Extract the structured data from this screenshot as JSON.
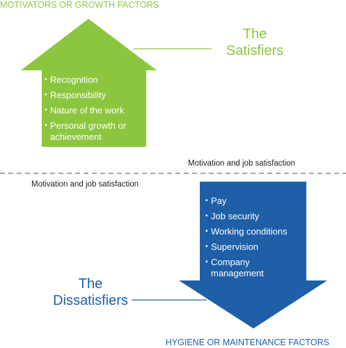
{
  "top_caption": "MOTIVATORS OR GROWTH FACTORS",
  "bottom_caption": "HYGIENE OR MAINTENANCE FACTORS",
  "satisfiers": {
    "line1": "The",
    "line2": "Satisfiers"
  },
  "dissatisfiers": {
    "line1": "The",
    "line2": "Dissatisfiers"
  },
  "mid_label_right": "Motivation and job satisfaction",
  "mid_label_left": "Motivation and job satisfaction",
  "motivators": [
    "Recognition",
    "Responsibility",
    "Nature of the work",
    "Personal growth or achievement"
  ],
  "hygiene": [
    "Pay",
    "Job security",
    "Working conditions",
    "Supervision",
    "Company management"
  ],
  "colors": {
    "green": "#8cc63f",
    "blue": "#1f5fa8",
    "divider": "#888888"
  }
}
